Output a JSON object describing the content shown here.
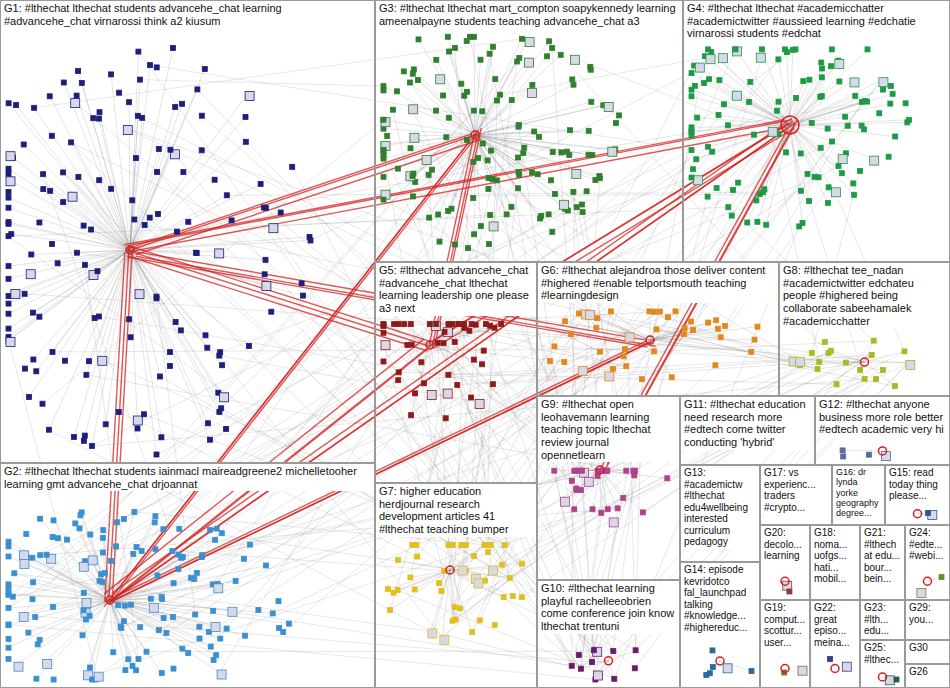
{
  "diagram": {
    "nodes": [
      {
        "text": [
          "G1: #lthechat lthechat students advancehe_chat learning #advancehe_chat virnarossi think a2 kiusum"
        ]
      },
      {
        "text": [
          "G3: #lthechat lthechat mart_compton soapykennedy learning ameenalpayne students teaching advancehe_chat a3"
        ]
      },
      {
        "text": [
          "G4: #lthechat lthechat #academicchatter #academictwitter #aussieed learning #edchatie virnarossi students #edchat"
        ]
      },
      {
        "text": [
          "G5: #lthechat advancehe_chat #advancehe_chat lthechat learning leadership one please a3 next"
        ]
      },
      {
        "text": [
          "G6: #lthechat alejandroa those deliver content #highered #enable telportsmouth teaching #learningdesign"
        ]
      },
      {
        "text": [
          "G8: #lthechat tee_nadan #academictwitter edchateu people #highered being collaborate sabeehamalek #academicchatter"
        ]
      },
      {
        "text": [
          "G9: #lthechat open leohavemann learning teaching topic lthechat review journal opennetlearn"
        ]
      },
      {
        "text": [
          "G11: #lthechat education need research more #edtech come twitter conducting 'hybrid'"
        ]
      },
      {
        "text": [
          "G12: #lthechat anyone business more role better #edtech academic very hi"
        ]
      },
      {
        "text": [
          "G13: #academictw #lthechat edu4wellbeing interested curriculum pedagogy"
        ]
      },
      {
        "text": [
          "G17: vs experienc... traders #crypto..."
        ]
      },
      {
        "text": [
          "G16: dr lynda yorke geography degree..."
        ]
      },
      {
        "text": [
          "G15: read today thing please..."
        ]
      },
      {
        "text": [
          "G2: #lthechat lthechat students iainmacl maireadgreene2 michelletooher learning gmt advancehe_chat drjoannat"
        ]
      },
      {
        "text": [
          "G7: higher education herdjournal research development articles 41 #lthechat teaching bumper"
        ]
      },
      {
        "text": [
          "G20: decolo... learning"
        ]
      },
      {
        "text": [
          "G18: noma... uofgs... hati... mobil..."
        ]
      },
      {
        "text": [
          "G21: #lthechat edu... bour... bein..."
        ]
      },
      {
        "text": [
          "G24: #edte... #webi..."
        ]
      },
      {
        "text": [
          "G14: episode kevridotco fal_launchpad talking #knowledge... #highereduc..."
        ]
      },
      {
        "text": [
          "G10: #lthechat learning playful rachelleeobrien come conference join know lthechat trentuni"
        ]
      },
      {
        "text": [
          "G19: comput... scottur... user..."
        ]
      },
      {
        "text": [
          "G22: great episo... meina..."
        ]
      },
      {
        "text": [
          "G23: #lth... edu..."
        ]
      },
      {
        "text": [
          "G29: you..."
        ]
      },
      {
        "text": [
          "G25: #lthec..."
        ]
      },
      {
        "text": [
          "G30"
        ]
      },
      {
        "text": [
          "G26"
        ]
      }
    ]
  }
}
